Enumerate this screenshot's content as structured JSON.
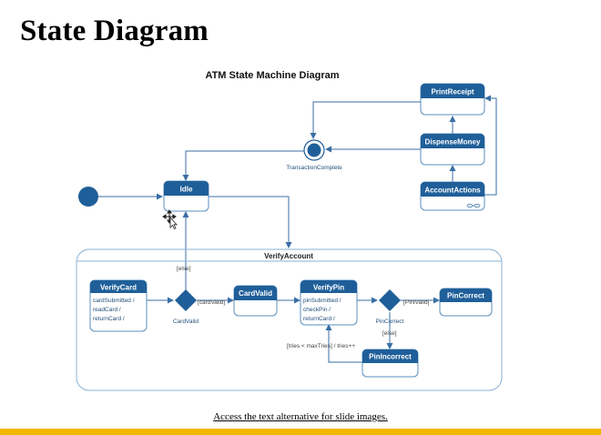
{
  "slide": {
    "title": "State Diagram",
    "footer_link": "Access the text alternative for slide images."
  },
  "diagram": {
    "title": "ATM  State Machine Diagram",
    "states": {
      "print_receipt": "PrintReceipt",
      "dispense_money": "DispenseMoney",
      "account_actions": "AccountActions",
      "idle": "Idle",
      "verify_account": "VerifyAccount",
      "verify_card": "VerifyCard",
      "card_valid": "CardValid",
      "verify_pin": "VerifyPin",
      "pin_correct": "PinCorrect",
      "pin_incorrect": "PinIncorrect"
    },
    "state_actions": {
      "verify_card": [
        "cardSubmitted /",
        "readCard /",
        "returnCard /"
      ],
      "verify_pin": [
        "pinSubmitted /",
        "checkPin /",
        "returnCard /"
      ]
    },
    "labels": {
      "transaction_complete": "TransactionComplete",
      "card_valid_decision": "CardValid",
      "pin_correct_decision": "PinCorrect",
      "else_guard_1": "[else]",
      "card_valid_guard": "[cardValid]",
      "pin_valid_guard": "[PINValid]",
      "else_guard_2": "[else]",
      "tries_guard": "[tries < maxTries] / tries++"
    },
    "colors": {
      "state_header": "#1f5f99",
      "state_border": "#5b8fbf",
      "line": "#3a6ea5",
      "footer_bar": "#f2b700"
    }
  }
}
